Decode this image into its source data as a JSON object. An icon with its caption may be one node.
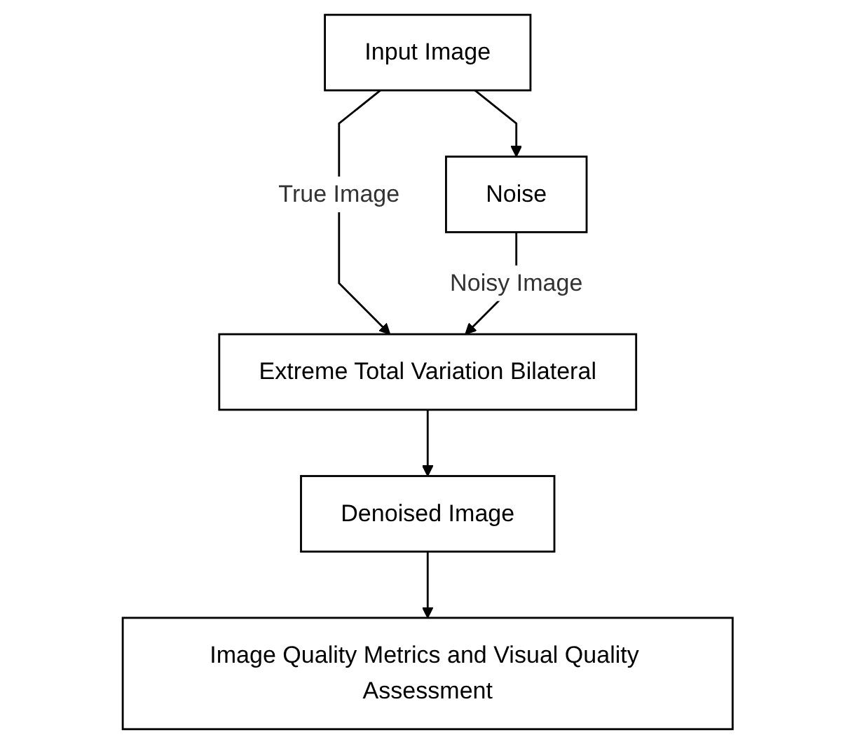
{
  "diagram": {
    "nodes": [
      {
        "text": [
          "Input Image"
        ]
      },
      {
        "text": [
          "Noise"
        ]
      },
      {
        "text": [
          "Extreme Total Variation Bilateral"
        ]
      },
      {
        "text": [
          "Denoised Image"
        ]
      },
      {
        "text": [
          "Image Quality Metrics and Visual Quality Assessment"
        ]
      }
    ],
    "edges": [
      {
        "from": 0,
        "to": 2,
        "arrow": "to",
        "label": "True Image"
      },
      {
        "from": 0,
        "to": 1,
        "arrow": "to"
      },
      {
        "from": 1,
        "to": 2,
        "arrow": "to",
        "label": "Noisy Image"
      },
      {
        "from": 2,
        "to": 3,
        "arrow": "to"
      },
      {
        "from": 3,
        "to": 4,
        "arrow": "to"
      }
    ]
  }
}
